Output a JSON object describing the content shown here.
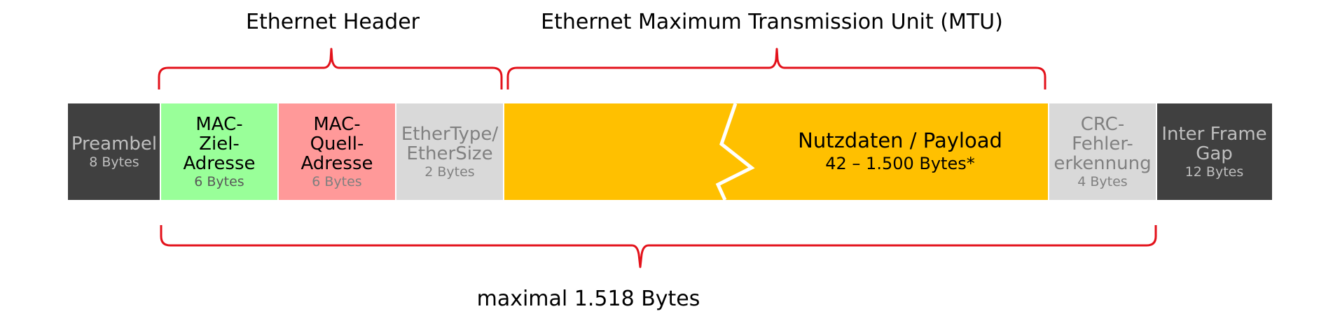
{
  "header_label": "Ethernet Header",
  "mtu_label": "Ethernet Maximum Transmission Unit (MTU)",
  "total_label": "maximal 1.518 Bytes",
  "colors": {
    "brace": "#e3121b",
    "dark": "#404040",
    "green": "#99ff99",
    "pink": "#ff9999",
    "grey": "#d9d9d9",
    "payload": "#ffc000"
  },
  "segments": {
    "preamble": {
      "name": "Preambel",
      "size": "8 Bytes"
    },
    "mac_dest": {
      "name": "MAC-\nZiel-\nAdresse",
      "size": "6 Bytes"
    },
    "mac_src": {
      "name": "MAC-\nQuell-\nAdresse",
      "size": "6 Bytes"
    },
    "ethertype": {
      "name": "EtherType/\nEtherSize",
      "size": "2 Bytes"
    },
    "payload": {
      "name": "Nutzdaten / Payload",
      "size": "42 – 1.500 Bytes*"
    },
    "crc": {
      "name": "CRC-\nFehler-\nerkennung",
      "size": "4 Bytes"
    },
    "ifg": {
      "name": "Inter Frame\nGap",
      "size": "12 Bytes"
    }
  }
}
